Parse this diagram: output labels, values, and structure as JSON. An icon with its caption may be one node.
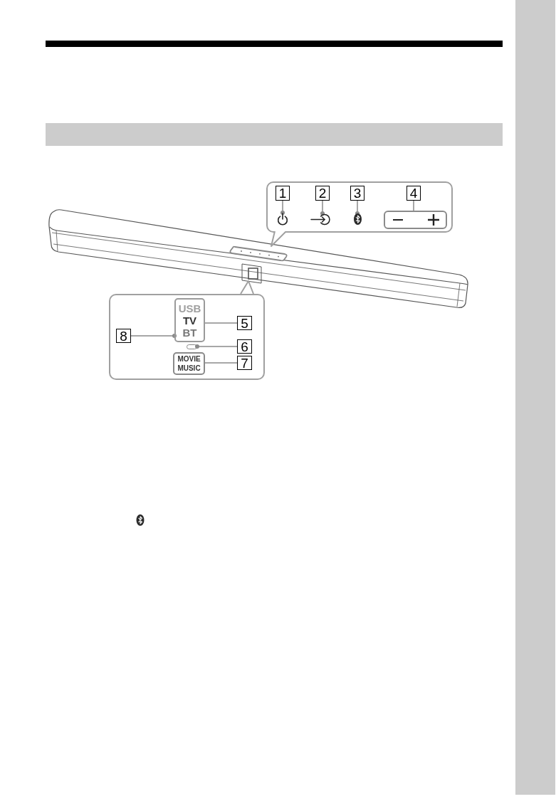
{
  "diagram": {
    "nodes": [
      {
        "text": [],
        "shape": "bar"
      },
      {
        "text": [],
        "shape": "box"
      },
      {
        "text": [
          "1"
        ],
        "in": 1
      },
      {
        "text": [],
        "shape": "picture",
        "in": 1
      },
      {
        "text": [
          "2"
        ],
        "in": 1
      },
      {
        "text": [],
        "shape": "picture",
        "in": 1
      },
      {
        "text": [
          "3"
        ],
        "in": 1
      },
      {
        "text": [],
        "shape": "picture",
        "in": 1
      },
      {
        "text": [
          "4"
        ],
        "in": 1
      },
      {
        "text": [],
        "shape": "box",
        "in": 1
      },
      {
        "text": [],
        "shape": "box"
      },
      {
        "text": [
          "USB",
          "TV",
          "BT"
        ],
        "in": 10
      },
      {
        "text": [
          "5"
        ],
        "in": 10
      },
      {
        "text": [
          "8"
        ],
        "in": 10
      },
      {
        "text": [],
        "shape": "box",
        "in": 10
      },
      {
        "text": [
          "6"
        ],
        "in": 10
      },
      {
        "text": [
          "MOVIE",
          "MUSIC"
        ],
        "in": 10
      },
      {
        "text": [
          "7"
        ],
        "in": 10
      },
      {
        "text": [],
        "shape": "bar"
      }
    ],
    "edges": [
      {
        "from": 2,
        "to": 3,
        "arrow": "other"
      },
      {
        "from": 4,
        "to": 5,
        "arrow": "other"
      },
      {
        "from": 6,
        "to": 7,
        "arrow": "other"
      },
      {
        "from": 8,
        "to": 9,
        "arrow": "none"
      },
      {
        "from": 12,
        "to": 11,
        "arrow": "none"
      },
      {
        "from": 13,
        "to": 11,
        "arrow": "other"
      },
      {
        "from": 15,
        "to": 14,
        "arrow": "other"
      },
      {
        "from": 17,
        "to": 16,
        "arrow": "none"
      }
    ]
  }
}
